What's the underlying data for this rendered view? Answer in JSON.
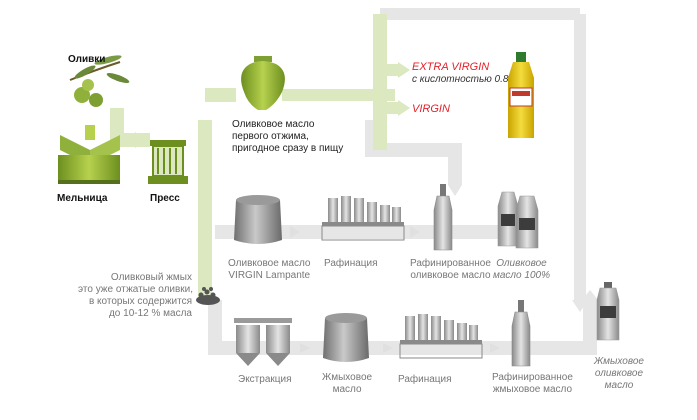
{
  "labels": {
    "olives": "Оливки",
    "mill": "Мельница",
    "press": "Пресс",
    "first_press_oil": [
      "Оливковое  масло",
      "первого отжима,",
      "пригодное сразу в пищу"
    ],
    "extra_virgin_title": "EXTRA VIRGIN",
    "extra_virgin_sub": "с кислотностью 0.8",
    "virgin": "VIRGIN",
    "lampante": [
      "Оливковое масло",
      "VIRGIN Lampante"
    ],
    "refining_1": "Рафинация",
    "refined_olive_oil": [
      "Рафинированное",
      "оливковое масло"
    ],
    "olive_oil_100": [
      "Оливковое",
      "масло 100%"
    ],
    "pomace_desc": [
      "Оливковый жмых",
      "это уже отжатые оливки,",
      "в которых содержится",
      "до 10-12 % масла"
    ],
    "extraction": "Экстракция",
    "pomace_oil": [
      "Жмыховое",
      "масло"
    ],
    "refining_2": "Рафинация",
    "refined_pomace_oil": [
      "Рафинированное",
      "жмыховое масло"
    ],
    "pomace_olive_oil": [
      "Жмыховое",
      "оливковое",
      "масло"
    ]
  },
  "colors": {
    "green_flow": "#dbe8c0",
    "gray_flow": "#e6e6e6",
    "olive_green": "#8fb13c",
    "accent_red": "#e0232b"
  }
}
